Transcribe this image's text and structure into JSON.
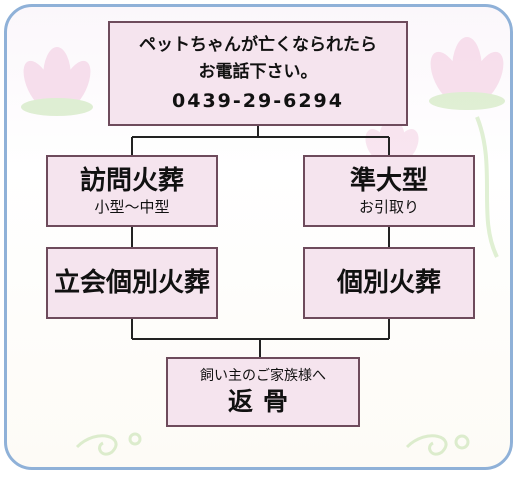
{
  "colors": {
    "frame_border": "#8fb1d8",
    "box_fill": "#f5e4ee",
    "box_border": "#6e4b5c",
    "connector": "#222222",
    "flower_pink": "#f2c8df",
    "leaf_green": "#c6e3b1"
  },
  "top_box": {
    "line1": "ペットちゃんが亡くなられたら",
    "line2": "お電話下さい。",
    "phone": "0439-29-6294"
  },
  "visit_cremation": {
    "title": "訪問火葬",
    "subtitle": "小型～中型"
  },
  "large_type": {
    "title": "準大型",
    "subtitle": "お引取り"
  },
  "witness_individual_cremation": {
    "title": "立会個別火葬"
  },
  "individual_cremation": {
    "title": "個別火葬"
  },
  "return_box": {
    "line1": "飼い主のご家族様へ",
    "line2": "返骨"
  }
}
